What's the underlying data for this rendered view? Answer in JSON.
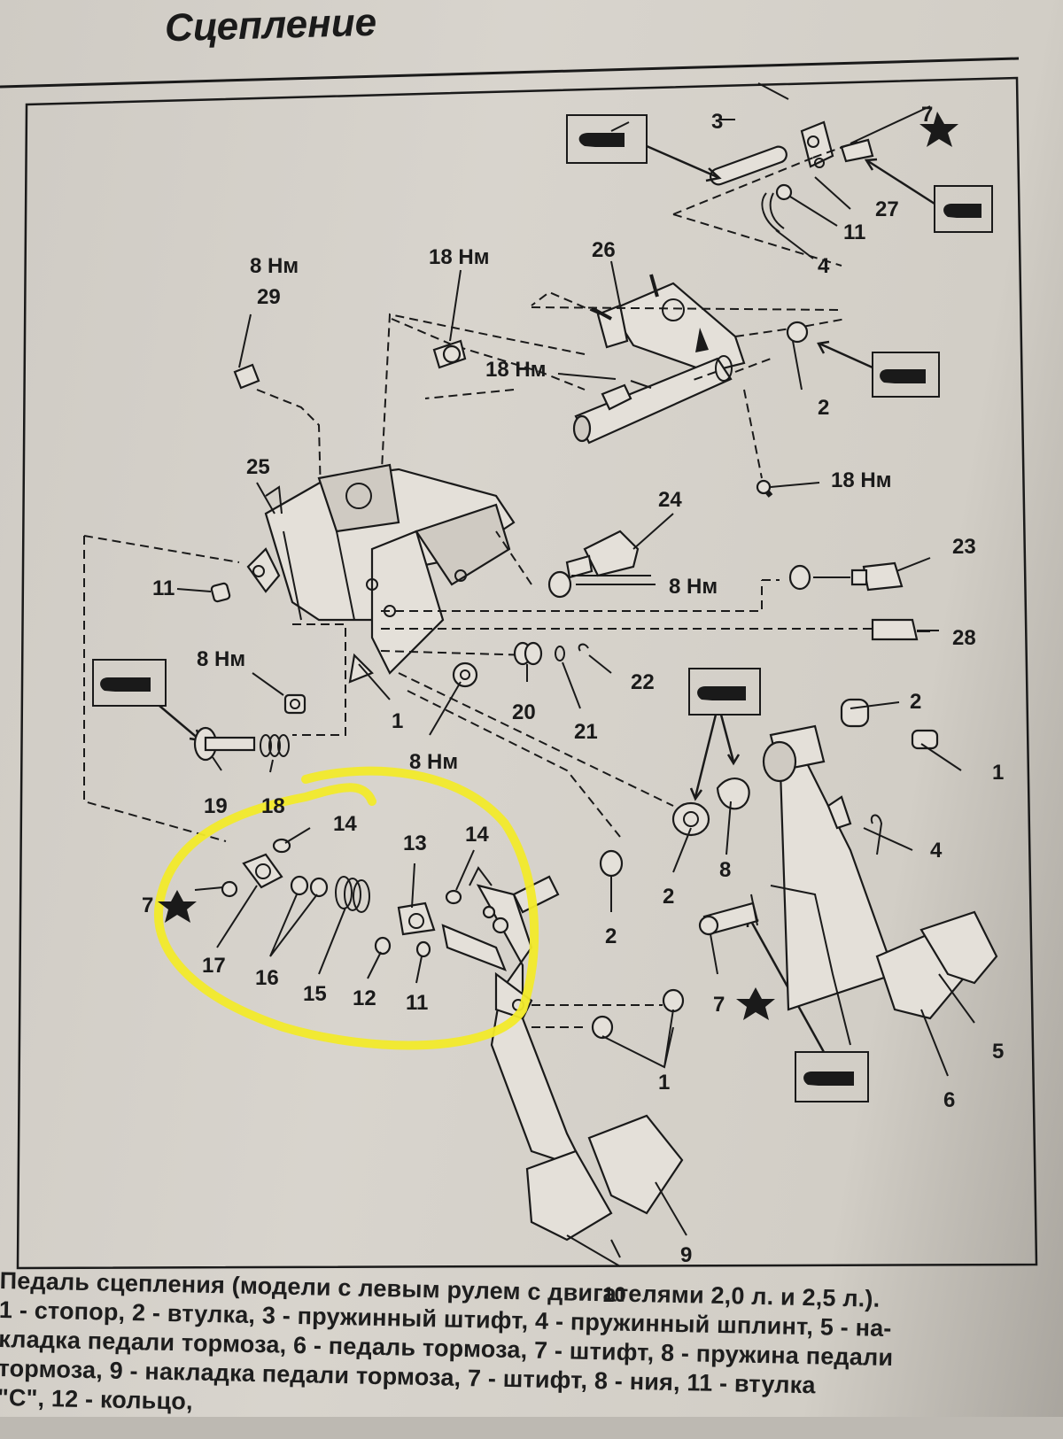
{
  "header": {
    "title": "Сцепление"
  },
  "diagram": {
    "callouts": {
      "n1a": "1",
      "n1b": "1",
      "n1c": "1",
      "n2a": "2",
      "n2b": "2",
      "n2c": "2",
      "n2d": "2",
      "n3": "3",
      "n4a": "4",
      "n4b": "4",
      "n5": "5",
      "n6": "6",
      "n7a": "7",
      "n7b": "7",
      "n7c": "7",
      "n8": "8",
      "n9": "9",
      "n10": "10",
      "n11a": "11",
      "n11b": "11",
      "n11c": "11",
      "n12": "12",
      "n13": "13",
      "n14a": "14",
      "n14b": "14",
      "n15": "15",
      "n16": "16",
      "n17": "17",
      "n18": "18",
      "n19": "19",
      "n20": "20",
      "n21": "21",
      "n22": "22",
      "n23": "23",
      "n24": "24",
      "n25": "25",
      "n26": "26",
      "n27": "27",
      "n28": "28",
      "n29": "29"
    },
    "torques": {
      "t8a": "8 Нм",
      "t8b": "8 Нм",
      "t8c": "8 Нм",
      "t8d": "8 Нм",
      "t18a": "18 Нм",
      "t18b": "18 Нм",
      "t18c": "18 Нм"
    },
    "highlight_color": "#f2ea2a"
  },
  "caption": {
    "line1": "Педаль сцепления (модели с левым рулем с двигателями 2,0 л. и 2,5 л.).",
    "line2": "1 - стопор, 2 - втулка, 3 - пружинный штифт, 4 - пружинный шплинт, 5 - на-",
    "line3": "кладка педали тормоза, 6 - педаль тормоза, 7 - штифт, 8 - пружина педали",
    "line4": "тормоза, 9 - накладка педали тормоза, 7 - штифт, 8 - ния, 11 - втулка",
    "line5": "\"С\", 12 - кольцо,"
  }
}
